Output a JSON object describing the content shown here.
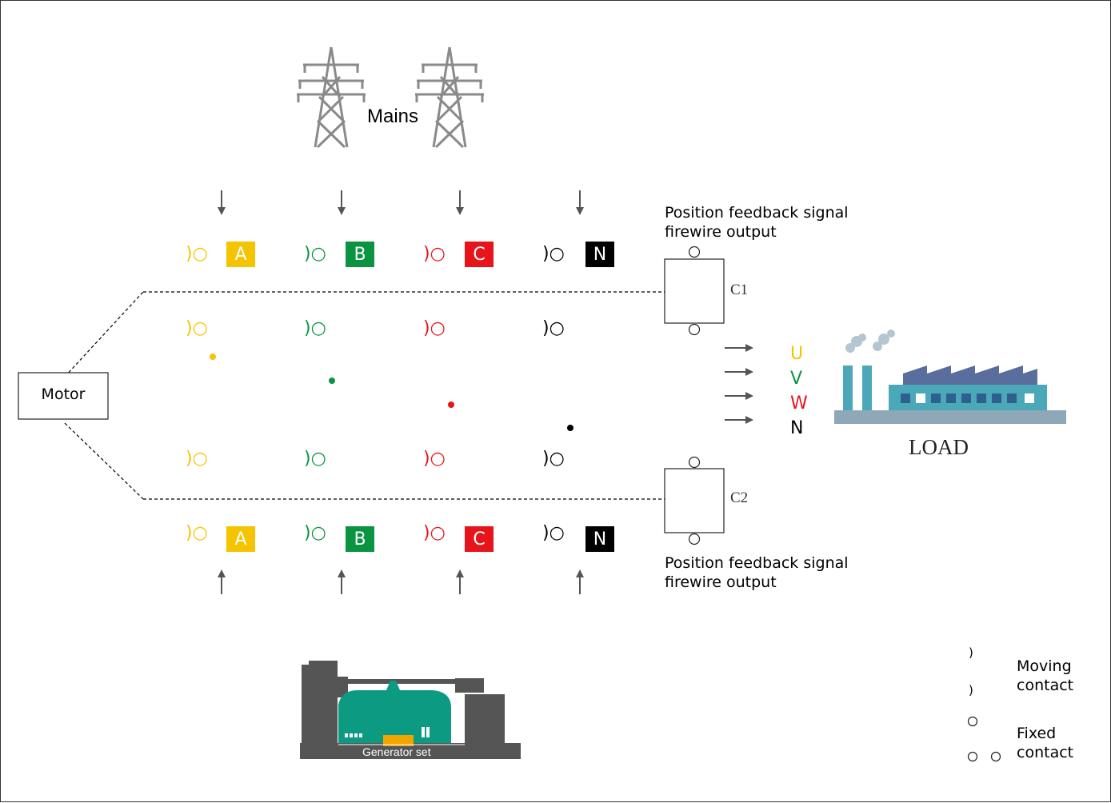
{
  "colors": {
    "A": "#f5c400",
    "B": "#0a9441",
    "C": "#e8141c",
    "N": "#000000",
    "factory_teal": "#4aa8b8",
    "factory_blue": "#5a6e9e",
    "factory_base": "#8ea8b8",
    "generator_green": "#0d9a82",
    "generator_gray": "#555555",
    "generator_orange": "#f2a400",
    "tower_gray": "#8a8a8a"
  },
  "mains": {
    "label": "Mains",
    "icon": "power-tower-icon"
  },
  "phases": [
    {
      "label": "A",
      "color_key": "A"
    },
    {
      "label": "B",
      "color_key": "B"
    },
    {
      "label": "C",
      "color_key": "C"
    },
    {
      "label": "N",
      "color_key": "N"
    }
  ],
  "motor": {
    "label": "Motor"
  },
  "switch_c1": {
    "label": "C1",
    "note_line1": "Position feedback signal",
    "note_line2": "firewire output"
  },
  "switch_c2": {
    "label": "C2",
    "note_line1": "Position feedback signal",
    "note_line2": "firewire output"
  },
  "outputs": [
    {
      "label": "U",
      "color_key": "A"
    },
    {
      "label": "V",
      "color_key": "B"
    },
    {
      "label": "W",
      "color_key": "C"
    },
    {
      "label": "N",
      "color_key": "N"
    }
  ],
  "load": {
    "label": "LOAD",
    "icon": "factory-icon"
  },
  "generator": {
    "label": "Generator set",
    "icon": "generator-icon"
  },
  "legend": {
    "moving_line1": "Moving",
    "moving_line2": "contact",
    "fixed_line1": "Fixed",
    "fixed_line2": "contact"
  }
}
